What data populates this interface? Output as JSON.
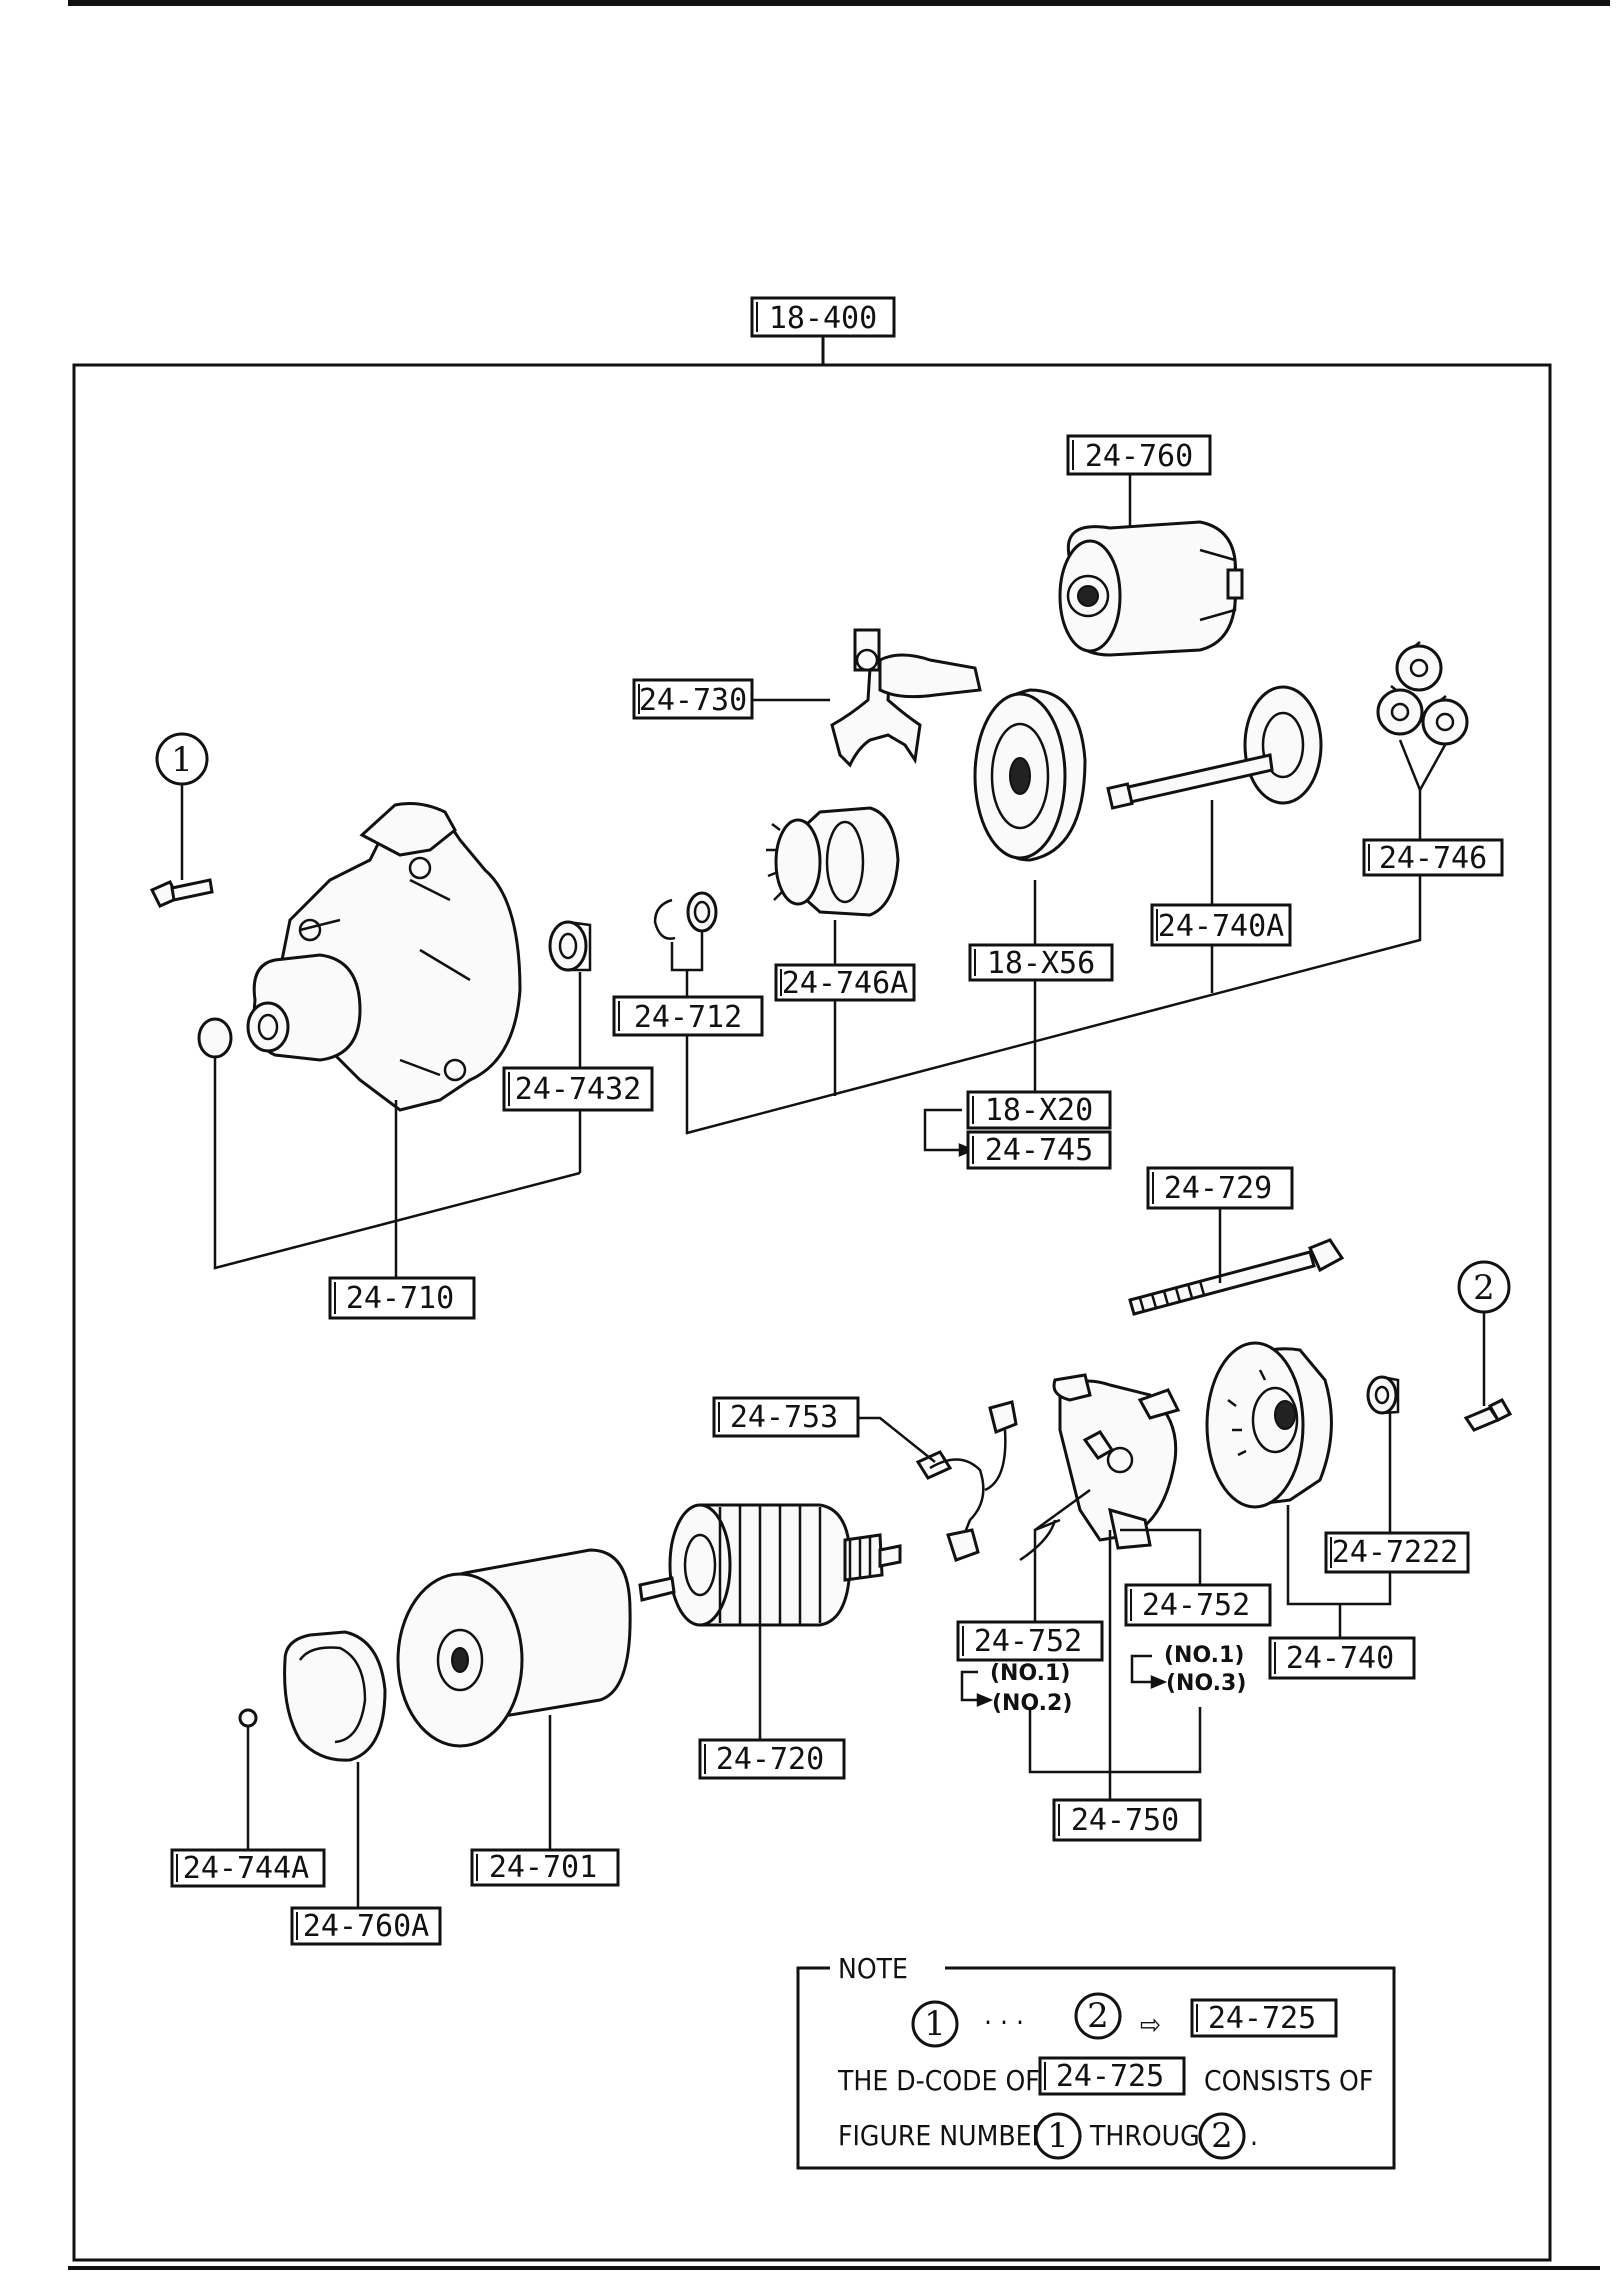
{
  "assembly": {
    "code": "18-400"
  },
  "callouts": {
    "c_24_760": "24-760",
    "c_24_730": "24-730",
    "c_24_746": "24-746",
    "c_24_740A": "24-740A",
    "c_24_746A": "24-746A",
    "c_18_X56": "18-X56",
    "c_24_712": "24-712",
    "c_24_7432": "24-7432",
    "c_18_X20": "18-X20",
    "c_24_745": "24-745",
    "c_24_729": "24-729",
    "c_24_710": "24-710",
    "c_24_753": "24-753",
    "c_24_7222": "24-7222",
    "c_24_752_right": "24-752",
    "c_24_752_left": "24-752",
    "c_24_740": "24-740",
    "c_24_720": "24-720",
    "c_24_750": "24-750",
    "c_24_744A": "24-744A",
    "c_24_701": "24-701",
    "c_24_760A": "24-760A"
  },
  "brush_variants": {
    "left": [
      "(NO.1)",
      "(NO.2)"
    ],
    "right": [
      "(NO.1)",
      "(NO.3)"
    ]
  },
  "figure_markers": {
    "one": "1",
    "two": "2"
  },
  "note": {
    "title": "NOTE",
    "range_dots": "· · ·",
    "arrow": "⇨",
    "dcode": "24-725",
    "line2_prefix": "THE D-CODE OF",
    "line2_suffix": "CONSISTS OF",
    "line3_prefix": "FIGURE NUMBERS",
    "line3_middle": "THROUGH",
    "line3_end": "."
  }
}
